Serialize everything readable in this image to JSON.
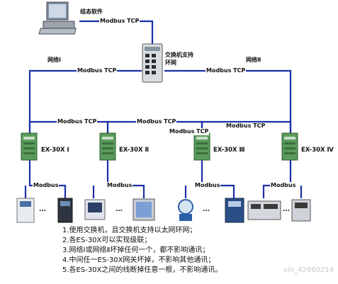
{
  "pc_label": "组态软件",
  "switch_label": "交换机支持环网",
  "net1_label": "网络Ⅰ",
  "net2_label": "网络Ⅱ",
  "protocol_top": "Modbus TCP",
  "protocol_left": "Modbus TCP",
  "protocol_right": "Modbus TCP",
  "protocol_ring": [
    "Modbus TCP",
    "Modbus TCP",
    "Modbus TCP",
    "Modbus TCP"
  ],
  "gateways": [
    "EX-30X Ⅰ",
    "EX-30X Ⅱ",
    "EX-30X Ⅲ",
    "EX-30X Ⅳ"
  ],
  "modbus_labels": [
    "Modbus",
    "Modbus",
    "Modbus",
    "Modbus"
  ],
  "ellipsis": [
    "…",
    "…",
    "…",
    "…"
  ],
  "notes": [
    "1.使用交换机，且交换机支持以太网环网；",
    "2.各ES-30X可以实现级联；",
    "3.网络Ⅰ或网络Ⅱ坏掉任何一个，都不影响通讯；",
    "4.中间任一ES-30X网关坏掉，不影响其他通讯；",
    "5.各ES-30X之间的线断掉任意一根，不影响通讯。"
  ],
  "watermark": "xin_42660214",
  "colors": {
    "line": "#1a2fa8",
    "gateway_green": "#5a9a5a"
  }
}
